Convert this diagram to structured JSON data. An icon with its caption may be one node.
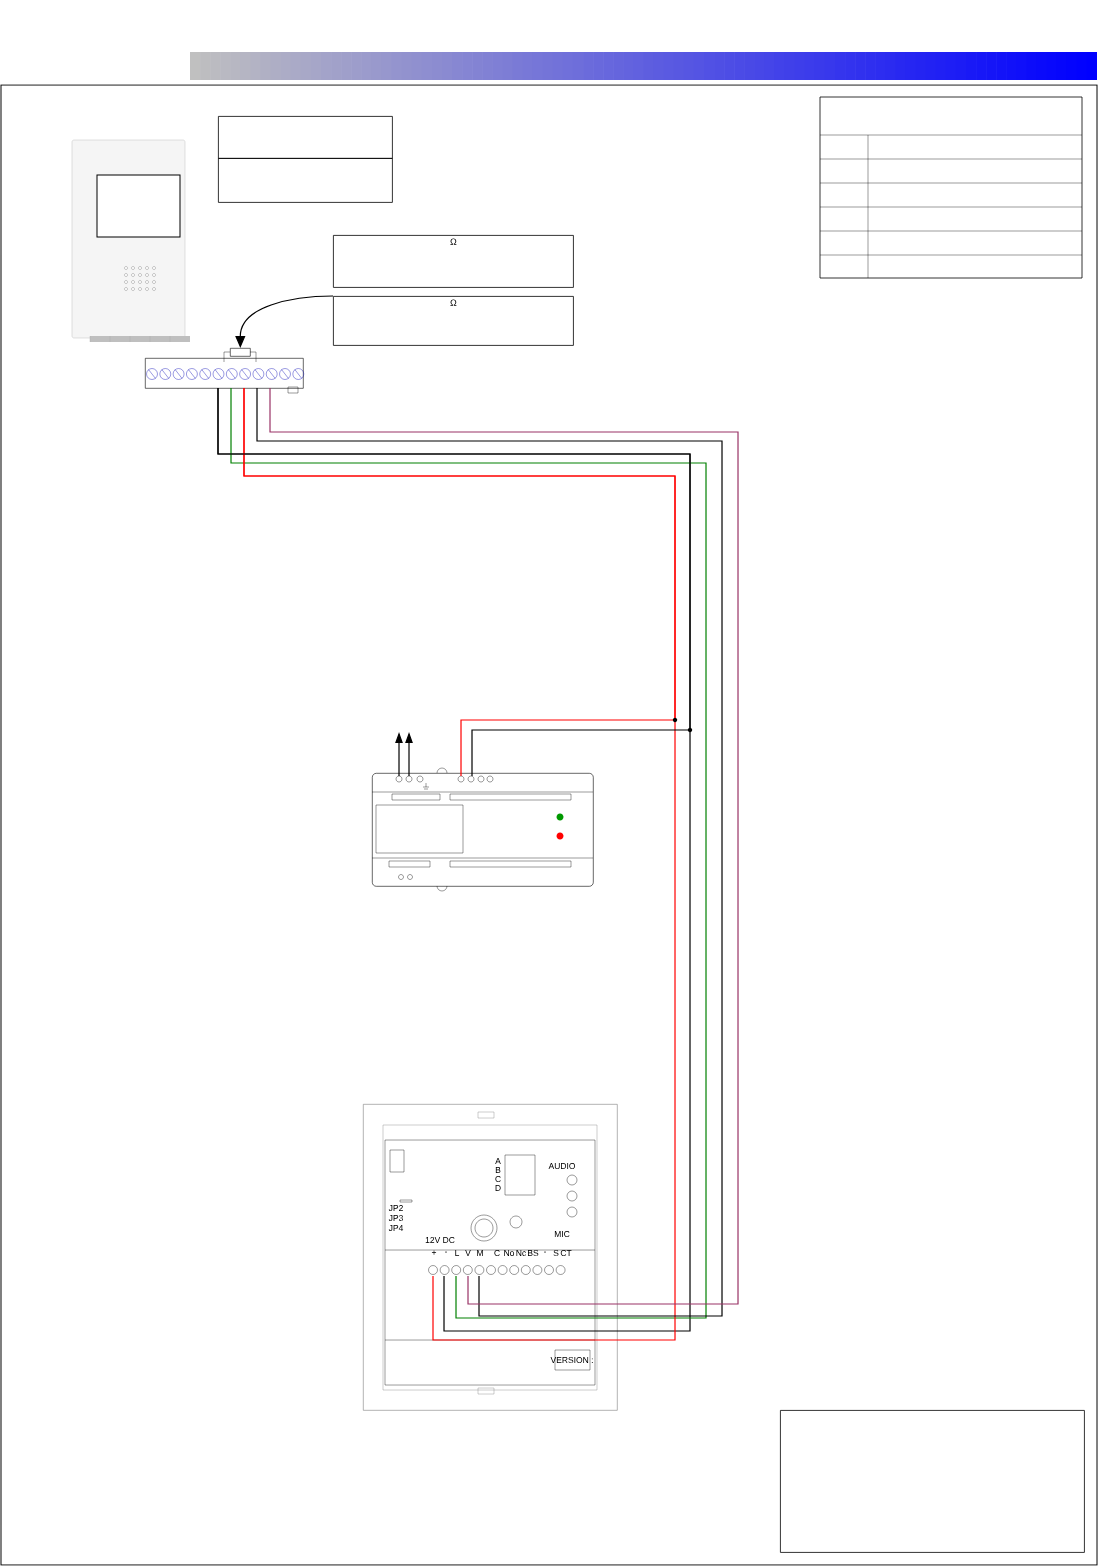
{
  "diagram": {
    "nodes": [
      {
        "text": [],
        "shape": "box"
      },
      {
        "text": [],
        "shape": "box"
      },
      {
        "text": [
          "Ω"
        ]
      },
      {
        "text": [
          "Ω"
        ]
      },
      {
        "text": [],
        "shape": "picture"
      },
      {
        "text": [],
        "shape": "picture"
      },
      {
        "text": [],
        "shape": "picture"
      },
      {
        "text": [],
        "shape": "picture"
      },
      {
        "text": [],
        "shape": "box"
      }
    ],
    "edges": [
      {
        "from": 3,
        "to": 4,
        "arrow": "to"
      },
      {
        "from": 5,
        "to": 7,
        "arrow": "none"
      },
      {
        "from": 5,
        "to": 7,
        "arrow": "none",
        "color": "#008000"
      },
      {
        "from": 5,
        "to": 7,
        "arrow": "none",
        "color": "#ff0000"
      },
      {
        "from": 5,
        "to": 7,
        "arrow": "none"
      },
      {
        "from": 5,
        "to": 7,
        "arrow": "none",
        "color": "#993366"
      },
      {
        "from": 5,
        "to": 6,
        "arrow": "none",
        "color": "#ff0000"
      },
      {
        "from": 5,
        "to": 6,
        "arrow": "none"
      },
      {
        "from": 6,
        "to": null,
        "arrow": "to"
      },
      {
        "from": 6,
        "to": null,
        "arrow": "to"
      }
    ],
    "labels": [
      "A",
      "B",
      "C",
      "D",
      "AUDIO",
      "JP2",
      "JP3",
      "JP4",
      "12V DC",
      "MIC",
      "+",
      "-",
      "L",
      "V",
      "M",
      "C",
      "No",
      "Nc",
      "BS",
      "-",
      "S",
      "CT",
      "VERSION :"
    ]
  }
}
